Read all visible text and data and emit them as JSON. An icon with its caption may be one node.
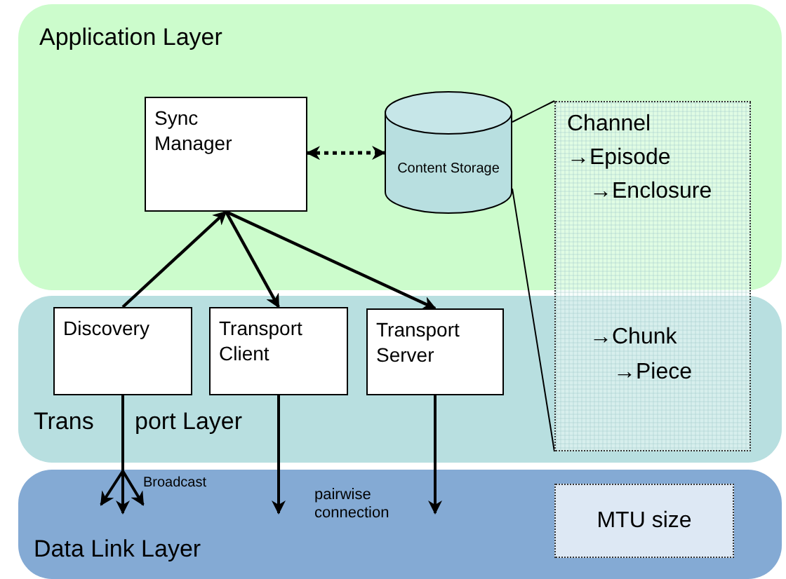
{
  "diagram": {
    "nodes": [
      {
        "text": [
          "Application Layer"
        ]
      },
      {
        "text": [
          "Trans",
          "port Layer"
        ]
      },
      {
        "text": [
          "Data Link Layer"
        ]
      },
      {
        "text": [
          "Sync Manager"
        ],
        "in": 0
      },
      {
        "text": [
          "Content Storage"
        ],
        "in": 0
      },
      {
        "text": [
          "Channel",
          "→Episode",
          "→Enclosure",
          "→Chunk",
          "→Piece"
        ]
      },
      {
        "text": [
          "Discovery"
        ],
        "in": 1
      },
      {
        "text": [
          "Transport Client"
        ],
        "in": 1
      },
      {
        "text": [
          "Transport Server"
        ],
        "in": 1
      },
      {
        "text": [
          "MTU size"
        ],
        "in": 2
      }
    ],
    "edges": [
      {
        "from": 3,
        "to": 4,
        "arrow": "both",
        "style": "dashed"
      },
      {
        "from": 6,
        "to": 3,
        "arrow": "to"
      },
      {
        "from": 3,
        "to": 7,
        "arrow": "to"
      },
      {
        "from": 3,
        "to": 8,
        "arrow": "to"
      },
      {
        "from": 6,
        "to": 2,
        "arrow": "to"
      },
      {
        "from": 6,
        "to": 2,
        "arrow": "to"
      },
      {
        "from": 6,
        "to": 2,
        "arrow": "to"
      },
      {
        "from": 7,
        "to": 2,
        "arrow": "to"
      },
      {
        "from": 8,
        "to": 2,
        "arrow": "to"
      },
      {
        "from": 4,
        "to": 5,
        "arrow": "none"
      },
      {
        "from": 4,
        "to": 5,
        "arrow": "none"
      }
    ],
    "labels": [
      "Broadcast",
      "pairwise connection"
    ]
  }
}
